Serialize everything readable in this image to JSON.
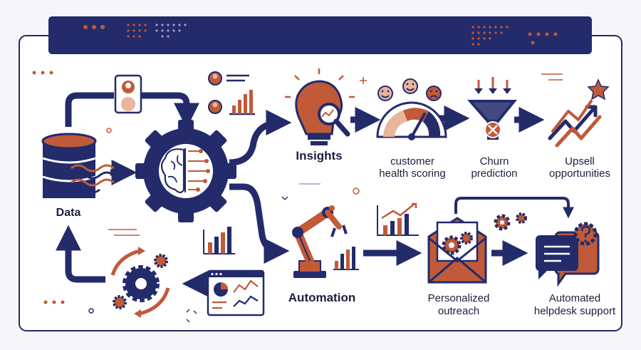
{
  "colors": {
    "navy": "#232b6b",
    "rust": "#c05a38",
    "peach": "#e9b59d",
    "paper": "#ffffff",
    "bg": "#f6f6f9"
  },
  "labels": {
    "data": "Data",
    "insights": "Insights",
    "health_line1": "customer",
    "health_line2": "health scoring",
    "churn_line1": "Churn",
    "churn_line2": "prediction",
    "upsell_line1": "Upsell",
    "upsell_line2": "opportunities",
    "automation": "Automation",
    "outreach_line1": "Personalized",
    "outreach_line2": "outreach",
    "helpdesk_line1": "Automated",
    "helpdesk_line2": "helpdesk support"
  },
  "icons": [
    "database-icon",
    "user-profile-icon",
    "user-list-icon",
    "bar-chart-icon",
    "brain-gear-icon",
    "lightbulb-icon",
    "magnifier-icon",
    "smiley-faces-icon",
    "gauge-icon",
    "funnel-icon",
    "trend-up-icon",
    "star-icon",
    "robot-arm-icon",
    "line-chart-icon",
    "envelope-icon",
    "gear-pair-icon",
    "chat-bubble-icon",
    "question-icon",
    "refresh-cycle-icon",
    "dashboard-window-icon"
  ]
}
